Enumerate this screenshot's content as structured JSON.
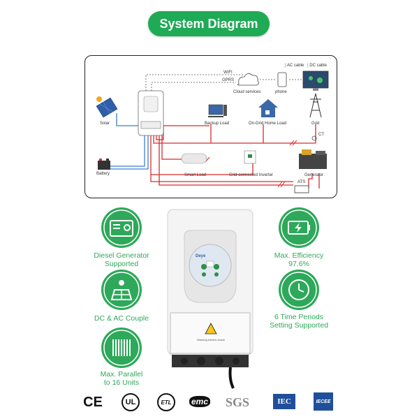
{
  "title": "System Diagram",
  "diagram": {
    "legend": {
      "ac": "AC cable",
      "dc": "DC cable"
    },
    "labels": {
      "wifi": "WIFI",
      "gprs": "GPRS",
      "cloud": "Cloud services",
      "phone": "phone",
      "solar": "Solar",
      "backup": "Backup Load",
      "ongrid": "On-Grid Home Load",
      "grid": "Grid",
      "ct": "CT",
      "battery": "Battery",
      "smart": "Smart Load",
      "gridinv": "Grid-connected Inverter",
      "generator": "Generator",
      "ats": "ATS"
    },
    "colors": {
      "ac": "#d92b2b",
      "dc": "#3a7fd0"
    }
  },
  "inverter": {
    "brand": "Deye",
    "warning": "Warning electric shock"
  },
  "features_left": [
    {
      "icon": "generator-icon",
      "line1": "Diesel Generator",
      "line2": "Supported"
    },
    {
      "icon": "solar-panel-icon",
      "line1": "DC & AC Couple",
      "line2": ""
    },
    {
      "icon": "parallel-units-icon",
      "line1": "Max. Parallel",
      "line2": "to 16 Units"
    }
  ],
  "features_right": [
    {
      "icon": "battery-charge-icon",
      "line1": "Max. Efficiency",
      "line2": "97.6%"
    },
    {
      "icon": "clock-icon",
      "line1": "6 Time Periods",
      "line2": "Setting Supported"
    }
  ],
  "certifications": [
    "CE",
    "UL",
    "ETL",
    "emc",
    "SGS",
    "IEC",
    "IECEE"
  ],
  "accent": "#2ea85a"
}
